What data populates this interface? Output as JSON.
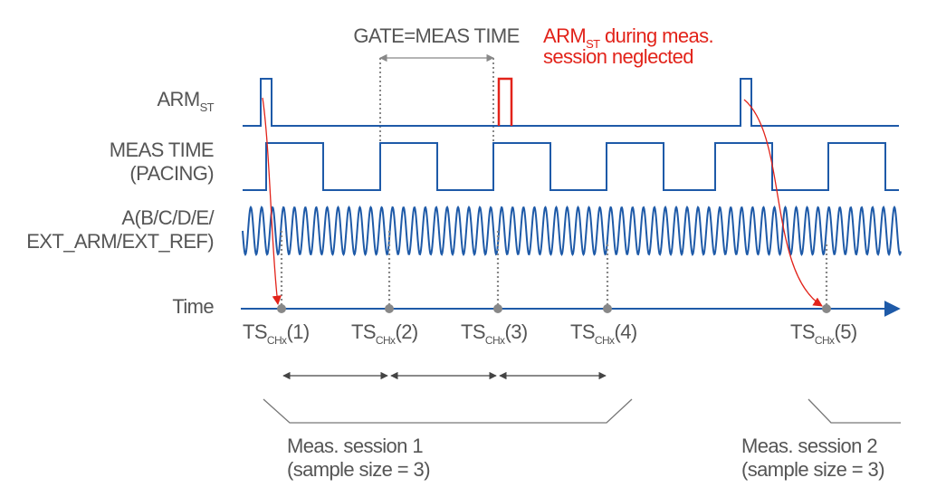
{
  "colors": {
    "signal": "#1e5aa8",
    "arm_ignored": "#e2231a",
    "annotation": "#e2231a",
    "text": "#555555",
    "guide": "#888888",
    "bracket": "#777777",
    "timestamp_dot": "#888888"
  },
  "signals": {
    "arm": {
      "label": "ARM",
      "sub": "ST"
    },
    "meas_time": {
      "line1": "MEAS TIME",
      "line2": "(PACING)"
    },
    "input": {
      "line1": "A(B/C/D/E/",
      "line2": "EXT_ARM/EXT_REF)"
    },
    "time": {
      "label": "Time"
    }
  },
  "annotations": {
    "gate": "GATE=MEAS TIME",
    "neglected_arm": "ARM",
    "neglected_sub": "ST",
    "neglected_line1_rest": " during meas.",
    "neglected_line2": "session neglected"
  },
  "timestamps": [
    {
      "prefix": "TS",
      "sub": "CHx",
      "index": "(1)"
    },
    {
      "prefix": "TS",
      "sub": "CHx",
      "index": "(2)"
    },
    {
      "prefix": "TS",
      "sub": "CHx",
      "index": "(3)"
    },
    {
      "prefix": "TS",
      "sub": "CHx",
      "index": "(4)"
    },
    {
      "prefix": "TS",
      "sub": "CHx",
      "index": "(5)"
    }
  ],
  "sessions": [
    {
      "title": "Meas. session 1",
      "detail": "(sample size = 3)"
    },
    {
      "title": "Meas. session 2",
      "detail": "(sample size = 3)"
    }
  ]
}
